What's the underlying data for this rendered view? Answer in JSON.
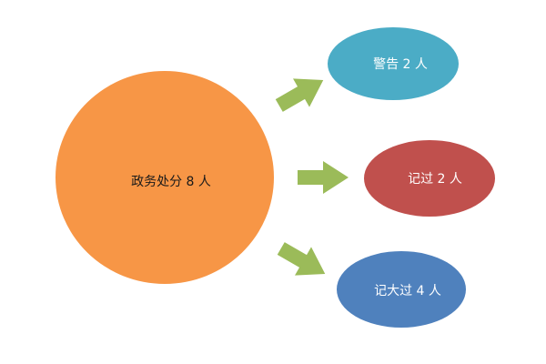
{
  "diagram": {
    "main_node": {
      "label": "政务处分 8 人",
      "color": "#F79646"
    },
    "branches": [
      {
        "label": "警告 2 人",
        "color": "#4BACC6"
      },
      {
        "label": "记过 2 人",
        "color": "#C0504D"
      },
      {
        "label": "记大过 4 人",
        "color": "#4F81BD"
      }
    ],
    "arrow_color": "#9BBB59"
  }
}
